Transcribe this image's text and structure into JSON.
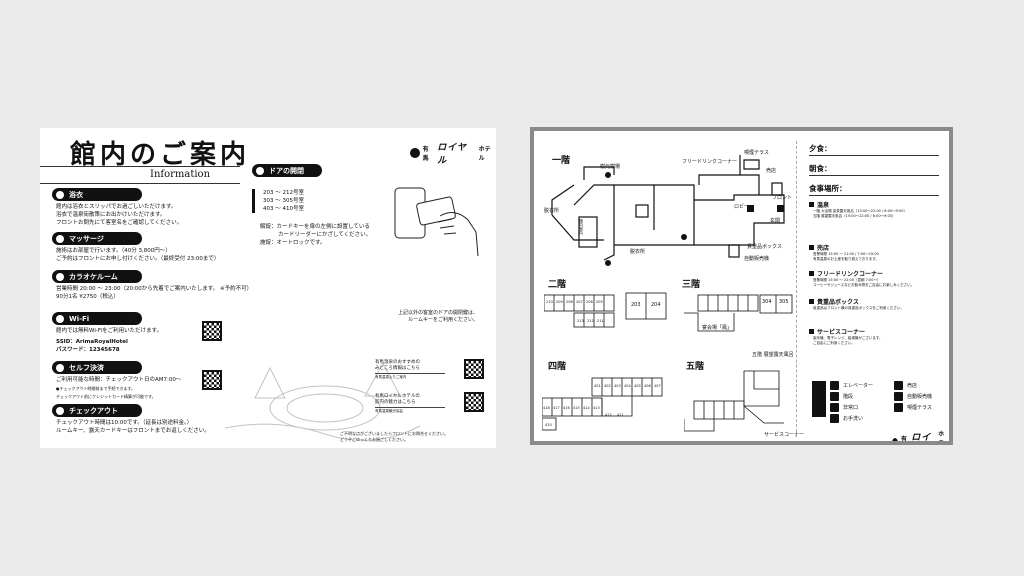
{
  "left": {
    "title": "館内のご案内",
    "subtitle": "Information",
    "logo_small": "有馬",
    "logo_big": "ロイヤル",
    "logo_tail": "ホテル",
    "sections": [
      {
        "label": "浴衣",
        "lines": [
          "館内は浴衣とスリッパでお過ごしいただけます。",
          "浴衣で温泉街散策にお出かけいただけます。",
          "フロントお問先にて客室名をご確認してください。"
        ]
      },
      {
        "label": "マッサージ",
        "lines": [
          "施術はお部屋で行います。（40分 3,800円〜）",
          "ご予約はフロントにお申し付けください。（最終受付 23:00まで）"
        ]
      },
      {
        "label": "カラオケルーム",
        "lines": [
          "営業時間 20:00 〜 23:00（20:00から先着でご案内いたします。 ※予約不可）",
          "90分1名 ¥2750（税込）"
        ]
      },
      {
        "label": "Wi-Fi",
        "lines": [
          "館内では無料Wi-Fiをご利用いただけます。",
          "SSID：ArimaRoyalHotel",
          "パスワード：12345678"
        ]
      },
      {
        "label": "セルフ決済",
        "lines": [
          "ご利用可能な時間：チェックアウト日のAM7:00〜",
          "●チェックアウト時間前まで手続できます。",
          "チェックアウト前にクレジットカード精算が可能です。"
        ]
      },
      {
        "label": "チェックアウト",
        "lines": [
          "チェックアウト時間は10:00です。（延長は別途料金。）",
          "ルームキー、露天カードキーはフロントまでお返しください。"
        ]
      }
    ],
    "door": {
      "label": "ドアの開閉",
      "rooms": [
        "203 ～ 212号室",
        "303 ～ 305号室",
        "403 ～ 410号室"
      ],
      "notes": [
        "解錠：カードキーを扉の左側に設置している",
        "カードリーダーにかざしてください。",
        "施錠：オートロックです。"
      ]
    },
    "onsen_note": [
      "上記以外の客室のドアの開閉鍵は、",
      "ルームキーをご利用ください。"
    ],
    "recommend": [
      {
        "lines": [
          "有馬温泉のおすすめの",
          "みどころ情報はこちら"
        ],
        "caption": "有馬温泉よりご案内"
      },
      {
        "lines": [
          "有馬ロイヤルホテルの",
          "館内の魅力はこちら"
        ],
        "caption": "有馬温泉観光協会"
      }
    ],
    "footer": [
      "ご不明な点がございましたらフロントにお問合せください。",
      "どうぞごゆっくりお過ごしください。"
    ]
  },
  "right": {
    "floors": [
      {
        "label": "一階"
      },
      {
        "label": "二階"
      },
      {
        "label": "三階"
      },
      {
        "label": "四階"
      },
      {
        "label": "五階"
      }
    ],
    "map_labels": {
      "f1": [
        "樹元樹場",
        "フリードリンクコーナー",
        "喫煙テラス",
        "売店",
        "フロント",
        "玄関",
        "ロビー",
        "脱衣所",
        "脱衣所",
        "貴重品ボックス",
        "自動販売機",
        "館内案内"
      ],
      "f2": [
        "203",
        "204",
        "213",
        "212",
        "211",
        "210",
        "209",
        "208",
        "207",
        "206",
        "205"
      ],
      "f3": [
        "宴会場「鳳」",
        "304",
        "305"
      ],
      "f5": [
        "サービスコーナー",
        "五階 展望露天風呂"
      ],
      "f4": [
        "401",
        "402",
        "403",
        "404",
        "405",
        "406",
        "407",
        "418",
        "417",
        "416",
        "415",
        "414",
        "413",
        "412",
        "411",
        "420"
      ]
    },
    "meal": [
      "夕食：",
      "朝食：",
      "食事場所："
    ],
    "info": [
      {
        "label": "温泉",
        "lines": [
          "一階 大浴場 金泉露天風呂（15:00〜22:00 / 6:00〜9:00）",
          "五階 展望露天風呂（15:00〜22:00 / 6:00〜9:00）"
        ]
      },
      {
        "label": "売店",
        "lines": [
          "営業時間 15:00 〜 21:00 / 7:00〜10:00",
          "有馬温泉のお土産を取り揃えております。"
        ]
      },
      {
        "label": "フリードリンクコーナー",
        "lines": [
          "営業時間 15:00 〜 22:00（翌朝 7:00〜）",
          "コーヒーやジュースなどお飲み物をご自由にお楽しみください。"
        ]
      },
      {
        "label": "貴重品ボックス",
        "lines": [
          "貴重品はフロント横の貴重品ボックスをご利用ください。"
        ]
      },
      {
        "label": "サービスコーナー",
        "lines": [
          "製氷機、電子レンジ、給湯機がございます。",
          "ご自由にご利用ください。"
        ]
      }
    ],
    "legend": [
      "エレベーター",
      "階段",
      "非常口",
      "自動販売機",
      "売店",
      "喫煙テラス",
      "お手洗い"
    ],
    "logo_small": "有馬",
    "logo_big": "ロイヤル",
    "logo_tail": "ホテル"
  }
}
